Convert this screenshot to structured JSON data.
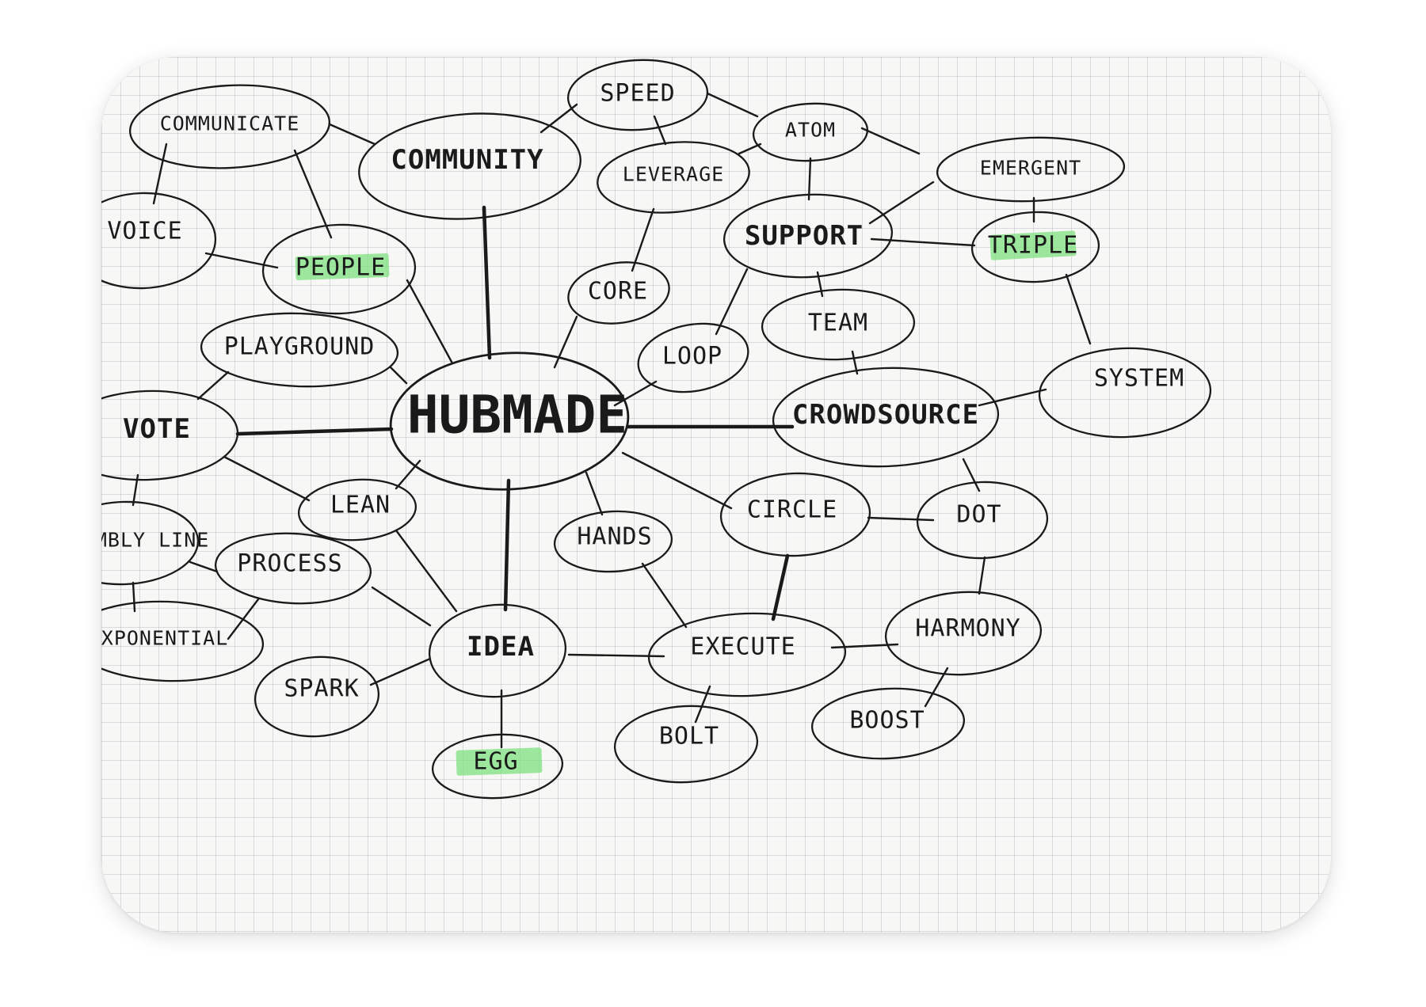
{
  "diagram": {
    "center": "HUBMADE",
    "nodes": {
      "communicate": "COMMUNICATE",
      "community": "COMMUNITY",
      "speed": "SPEED",
      "atom": "ATOM",
      "emergent": "EMERGENT",
      "leverage": "LEVERAGE",
      "voice": "VOICE",
      "people": "PEOPLE",
      "support": "SUPPORT",
      "triple": "TRIPLE",
      "core": "CORE",
      "team": "TEAM",
      "playground": "PLAYGROUND",
      "loop": "LOOP",
      "system": "SYSTEM",
      "vote": "VOTE",
      "crowdsource": "CROWDSOURCE",
      "lean": "LEAN",
      "circle": "CIRCLE",
      "dot": "DOT",
      "assembly_line": "ASSEMBLY LINE",
      "hands": "HANDS",
      "process": "PROCESS",
      "harmony": "HARMONY",
      "exponential": "EXPONENTIAL",
      "idea": "IDEA",
      "execute": "EXECUTE",
      "spark": "SPARK",
      "boost": "BOOST",
      "bolt": "BOLT",
      "egg": "EGG"
    },
    "highlight_color": "#7fe07f",
    "highlighted": [
      "PEOPLE",
      "TRIPLE",
      "EGG"
    ]
  }
}
